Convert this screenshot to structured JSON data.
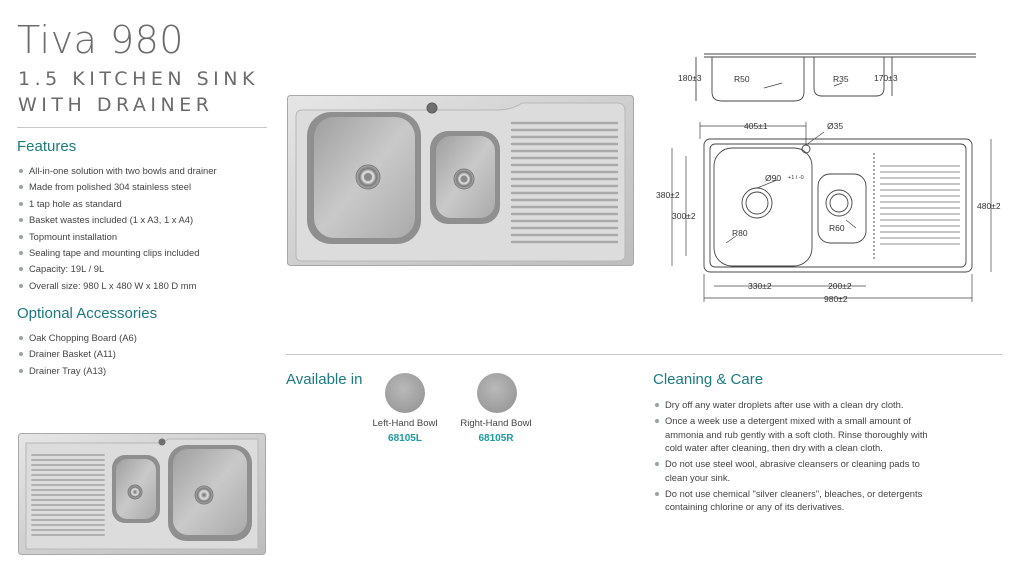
{
  "product": {
    "name": "Tiva 980",
    "subtitle_line1": "1.5 KITCHEN SINK",
    "subtitle_line2": "WITH DRAINER"
  },
  "features": {
    "heading": "Features",
    "items": [
      "All-in-one solution with two bowls and drainer",
      "Made from polished 304 stainless steel",
      "1 tap hole as standard",
      "Basket wastes included (1 x A3, 1 x A4)",
      "Topmount installation",
      "Sealing tape and mounting clips included",
      "Capacity: 19L / 9L",
      "Overall size: 980 L x 480 W x 180 D mm"
    ]
  },
  "accessories": {
    "heading": "Optional Accessories",
    "items": [
      "Oak Chopping Board (A6)",
      "Drainer Basket (A11)",
      "Drainer Tray (A13)"
    ]
  },
  "availability": {
    "heading": "Available in",
    "options": [
      {
        "label": "Left-Hand Bowl",
        "code": "68105L"
      },
      {
        "label": "Right-Hand Bowl",
        "code": "68105R"
      }
    ]
  },
  "cleaning": {
    "heading": "Cleaning & Care",
    "items": [
      "Dry off any water droplets after use with a clean dry cloth.",
      "Once a week use a detergent mixed with a small amount of ammonia and rub gently with a soft cloth. Rinse thoroughly with cold water after cleaning, then dry with a clean cloth.",
      "Do not use steel wool, abrasive cleansers or cleaning pads to clean your sink.",
      "Do not use chemical \"silver cleaners\", bleaches, or detergents containing chlorine or any of its derivatives."
    ]
  },
  "dimensions": {
    "depth_left": "180±3",
    "radius_left": "R50",
    "radius_right": "R35",
    "depth_right": "170±3",
    "tap_offset": "405±1",
    "tap_hole": "Ø35",
    "waste_hole": "Ø90",
    "waste_tolerance": "+1 / -0",
    "outer_width": "380±2",
    "bowl_width": "300±2",
    "overall_width": "480±2",
    "corner_left": "R80",
    "corner_right": "R60",
    "bowl_left_len": "330±2",
    "bowl_right_len": "200±2",
    "overall_len": "980±2"
  }
}
